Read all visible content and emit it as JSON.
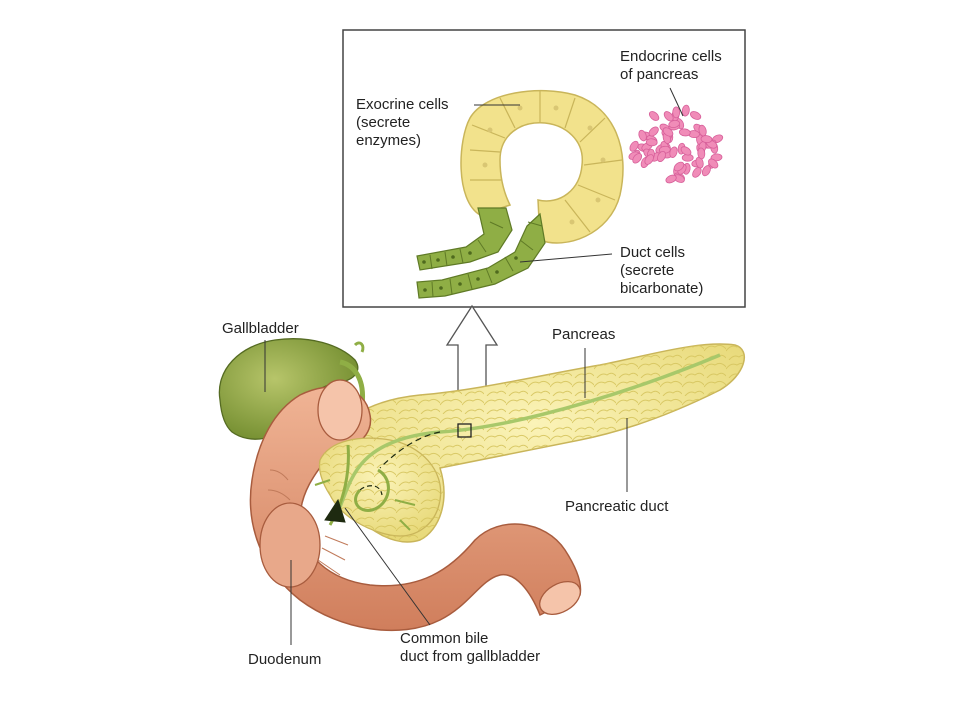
{
  "labels": {
    "endocrine": [
      "Endocrine cells",
      "of pancreas"
    ],
    "exocrine": [
      "Exocrine cells",
      "(secrete",
      "enzymes)"
    ],
    "duct_cells": [
      "Duct cells",
      "(secrete",
      "bicarbonate)"
    ],
    "gallbladder": "Gallbladder",
    "pancreas": "Pancreas",
    "pancreatic_duct": "Pancreatic duct",
    "duodenum": "Duodenum",
    "bile_duct": [
      "Common bile",
      "duct from gallbladder"
    ]
  },
  "colors": {
    "exocrine_fill": "#f2e28c",
    "duct_cell_fill": "#8fae45",
    "endocrine_fill": "#f08cb8",
    "pancreas_fill": "#f0e68a",
    "duct_line": "#a8c86a",
    "duodenum_fill": "#e39a78",
    "gallbladder_fill": "#7f9a3a",
    "leader_line": "#333333"
  }
}
